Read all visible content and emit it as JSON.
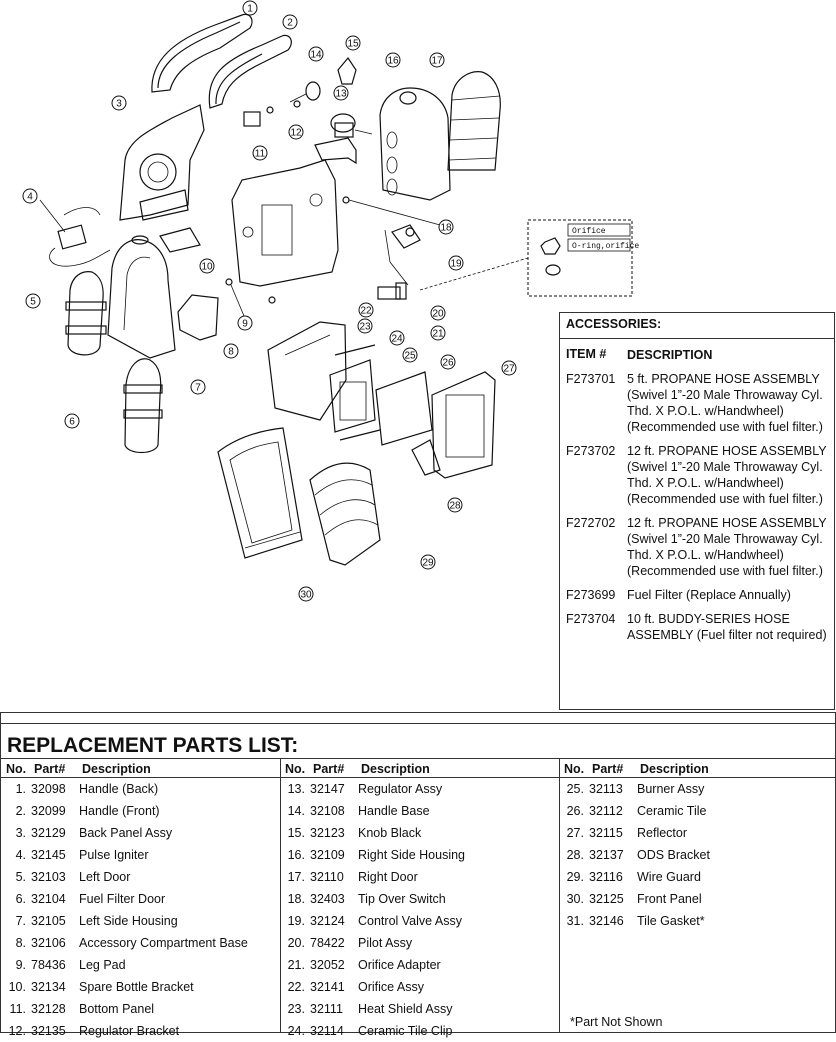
{
  "diagram": {
    "callouts": [
      "1",
      "2",
      "3",
      "4",
      "5",
      "6",
      "7",
      "8",
      "9",
      "10",
      "11",
      "12",
      "13",
      "14",
      "15",
      "16",
      "17",
      "18",
      "19",
      "20",
      "21",
      "22",
      "23",
      "24",
      "25",
      "26",
      "27",
      "28",
      "29",
      "30"
    ],
    "inset_labels": [
      "Orifice",
      "O-ring,orifice"
    ]
  },
  "accessories": {
    "title": "ACCESSORIES:",
    "header": {
      "item": "ITEM #",
      "description": "DESCRIPTION"
    },
    "items": [
      {
        "item": "F273701",
        "description": "5 ft. PROPANE HOSE ASSEMBLY (Swivel 1”-20 Male Throwaway Cyl. Thd. X P.O.L. w/Handwheel) (Recommended use with fuel filter.)"
      },
      {
        "item": "F273702",
        "description": "12 ft. PROPANE HOSE ASSEMBLY (Swivel 1”-20 Male Throwaway Cyl. Thd. X P.O.L. w/Handwheel) (Recommended use with fuel filter.)"
      },
      {
        "item": "F272702",
        "description": "12 ft. PROPANE HOSE ASSEMBLY (Swivel 1”-20 Male Throwaway Cyl. Thd. X P.O.L. w/Handwheel) (Recommended use with fuel filter.)"
      },
      {
        "item": "F273699",
        "description": "Fuel Filter (Replace Annually)"
      },
      {
        "item": "F273704",
        "description": "10 ft. BUDDY-SERIES HOSE ASSEMBLY (Fuel filter not required)"
      }
    ]
  },
  "parts_list": {
    "title": "REPLACEMENT PARTS LIST:",
    "header": {
      "no": "No.",
      "part": "Part#",
      "description": "Description"
    },
    "columns": [
      [
        {
          "no": "1.",
          "part": "32098",
          "description": "Handle (Back)"
        },
        {
          "no": "2.",
          "part": "32099",
          "description": "Handle (Front)"
        },
        {
          "no": "3.",
          "part": "32129",
          "description": "Back Panel Assy"
        },
        {
          "no": "4.",
          "part": "32145",
          "description": "Pulse Igniter"
        },
        {
          "no": "5.",
          "part": "32103",
          "description": "Left Door"
        },
        {
          "no": "6.",
          "part": "32104",
          "description": "Fuel Filter Door"
        },
        {
          "no": "7.",
          "part": "32105",
          "description": "Left Side Housing"
        },
        {
          "no": "8.",
          "part": "32106",
          "description": "Accessory Compartment Base"
        },
        {
          "no": "9.",
          "part": "78436",
          "description": "Leg Pad"
        },
        {
          "no": "10.",
          "part": "32134",
          "description": "Spare Bottle Bracket"
        },
        {
          "no": "11.",
          "part": "32128",
          "description": "Bottom Panel"
        },
        {
          "no": "12.",
          "part": "32135",
          "description": "Regulator Bracket"
        }
      ],
      [
        {
          "no": "13.",
          "part": "32147",
          "description": "Regulator Assy"
        },
        {
          "no": "14.",
          "part": "32108",
          "description": "Handle Base"
        },
        {
          "no": "15.",
          "part": "32123",
          "description": "Knob Black"
        },
        {
          "no": "16.",
          "part": "32109",
          "description": "Right Side Housing"
        },
        {
          "no": "17.",
          "part": "32110",
          "description": "Right Door"
        },
        {
          "no": "18.",
          "part": "32403",
          "description": "Tip Over Switch"
        },
        {
          "no": "19.",
          "part": "32124",
          "description": "Control Valve Assy"
        },
        {
          "no": "20.",
          "part": "78422",
          "description": "Pilot Assy"
        },
        {
          "no": "21.",
          "part": "32052",
          "description": "Orifice Adapter"
        },
        {
          "no": "22.",
          "part": "32141",
          "description": "Orifice Assy"
        },
        {
          "no": "23.",
          "part": "32111",
          "description": "Heat Shield Assy"
        },
        {
          "no": "24.",
          "part": "32114",
          "description": "Ceramic Tile Clip"
        }
      ],
      [
        {
          "no": "25.",
          "part": "32113",
          "description": "Burner Assy"
        },
        {
          "no": "26.",
          "part": "32112",
          "description": "Ceramic Tile"
        },
        {
          "no": "27.",
          "part": "32115",
          "description": "Reflector"
        },
        {
          "no": "28.",
          "part": "32137",
          "description": "ODS Bracket"
        },
        {
          "no": "29.",
          "part": "32116",
          "description": "Wire Guard"
        },
        {
          "no": "30.",
          "part": "32125",
          "description": "Front Panel"
        },
        {
          "no": "31.",
          "part": "32146",
          "description": "Tile Gasket*"
        }
      ]
    ],
    "note": "*Part Not Shown"
  }
}
